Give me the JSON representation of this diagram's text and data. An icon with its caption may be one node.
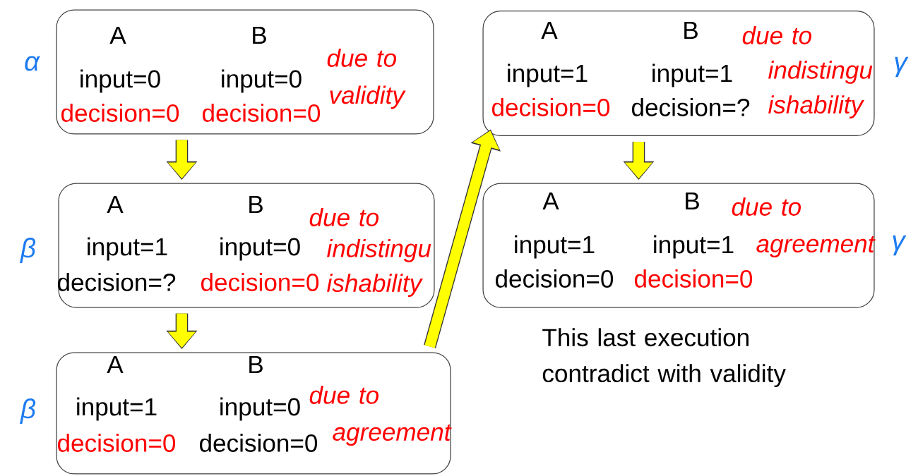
{
  "diagram": {
    "nodes": [
      {
        "text": [
          "A",
          "B",
          "input=0",
          "decision=0",
          "input=0",
          "decision=0",
          "due to",
          "validity"
        ],
        "beside": [
          "α"
        ]
      },
      {
        "text": [
          "A",
          "B",
          "input=1",
          "decision=?",
          "input=0",
          "decision=0",
          "due to",
          "indistingu ishability"
        ],
        "beside": [
          "β"
        ]
      },
      {
        "text": [
          "A",
          "B",
          "input=1",
          "decision=0",
          "input=0",
          "decision=0",
          "due to",
          "agreement"
        ],
        "beside": [
          "β"
        ]
      },
      {
        "text": [
          "A",
          "B",
          "input=1",
          "decision=0",
          "input=1",
          "decision=?",
          "due to",
          "indistingu ishability"
        ],
        "beside": [
          "γ"
        ]
      },
      {
        "text": [
          "A",
          "B",
          "input=1",
          "decision=0",
          "input=1",
          "decision=0",
          "due to",
          "agreement"
        ],
        "beside": [
          "γ"
        ]
      }
    ],
    "edges": [
      {
        "from": 0,
        "to": 1,
        "arrow": "to"
      },
      {
        "from": 1,
        "to": 2,
        "arrow": "to"
      },
      {
        "from": 2,
        "to": 3,
        "arrow": "to"
      },
      {
        "from": 3,
        "to": 4,
        "arrow": "to"
      }
    ],
    "labels": [
      "This last execution contradict with validity"
    ]
  }
}
